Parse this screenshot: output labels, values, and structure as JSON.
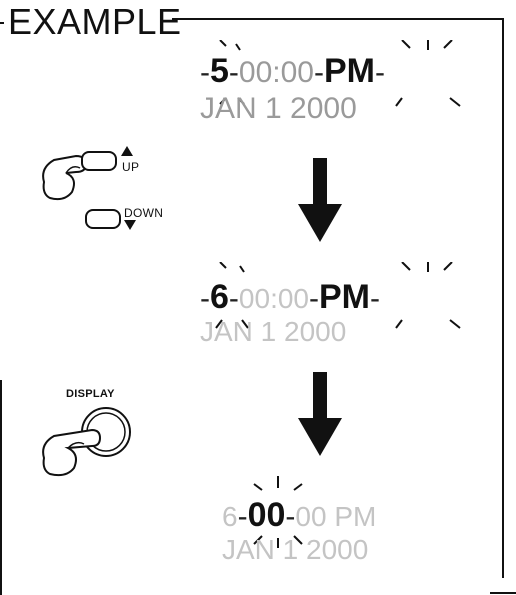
{
  "title": "EXAMPLE",
  "displays": [
    {
      "hour": "5",
      "time_rest": "00:00",
      "ampm": "PM",
      "date": "JAN  1 2000"
    },
    {
      "hour": "6",
      "time_rest": "00:00",
      "ampm": "PM",
      "date": "JAN  1 2000"
    },
    {
      "hour": "6",
      "minute": "00",
      "time_rest": "00 PM",
      "date": "JAN  1 2000"
    }
  ],
  "buttons": {
    "up": "UP",
    "down": "DOWN",
    "display": "DISPLAY"
  }
}
